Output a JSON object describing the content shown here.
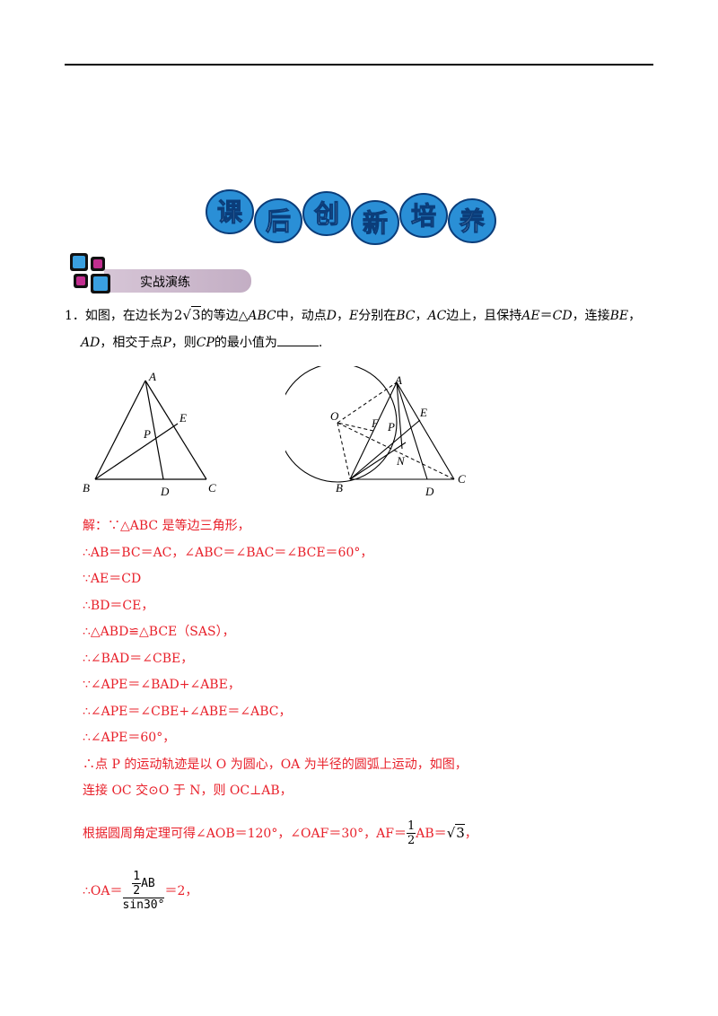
{
  "banner": {
    "chars": [
      "课",
      "后",
      "创",
      "新",
      "培",
      "养"
    ]
  },
  "section": {
    "label": "实战演练"
  },
  "question": {
    "number": "1．",
    "line1_a": "如图，在边长为",
    "line1_b": "的等边△",
    "abc": "ABC",
    "line1_c": "中，动点",
    "D": "D",
    "line1_d": "，",
    "E": "E",
    "line1_e": "分别在",
    "BC": "BC",
    "line1_f": "，",
    "AC": "AC",
    "line1_g": "边上，且保持",
    "AECD": "AE",
    "line1_h": "＝",
    "CD": "CD",
    "line1_i": "，连接",
    "BE": "BE",
    "line1_j": "，",
    "AD": "AD",
    "line2_a": "，相交于点",
    "P": "P",
    "line2_b": "，则",
    "CP": "CP",
    "line2_c": "的最小值为",
    "line2_end": ".",
    "side_num": "2",
    "side_root": "3"
  },
  "figure1": {
    "labels": {
      "A": "A",
      "B": "B",
      "C": "C",
      "D": "D",
      "E": "E",
      "P": "P"
    }
  },
  "figure2": {
    "labels": {
      "A": "A",
      "B": "B",
      "C": "C",
      "D": "D",
      "E": "E",
      "P": "P",
      "O": "O",
      "F": "F",
      "N": "N"
    }
  },
  "solution": {
    "l1": "解：∵△ABC 是等边三角形，",
    "l2": "∴AB＝BC＝AC，∠ABC＝∠BAC＝∠BCE＝60°，",
    "l3": "∵AE＝CD",
    "l4": "∴BD＝CE，",
    "l5": "∴△ABD≌△BCE（SAS），",
    "l6": "∴∠BAD＝∠CBE，",
    "l7": "∵∠APE＝∠BAD+∠ABE，",
    "l8": "∴∠APE＝∠CBE+∠ABE＝∠ABC，",
    "l9": "∴∠APE＝60°，",
    "l10": "∴点 P 的运动轨迹是以 O 为圆心，OA 为半径的圆弧上运动，如图，",
    "l11": "连接 OC 交⊙O 于 N，则 OC⊥AB，",
    "l12_a": "根据圆周角定理可得∠AOB＝120°，∠OAF＝30°，AF＝",
    "l12_num": "1",
    "l12_den": "2",
    "l12_b": "AB＝",
    "l12_root": "3",
    "l12_c": "，",
    "l13_a": "∴OA＝",
    "l13_num_a": "1",
    "l13_num_b": "2",
    "l13_num_c": "AB",
    "l13_den": "sin30°",
    "l13_b": "＝2，"
  }
}
